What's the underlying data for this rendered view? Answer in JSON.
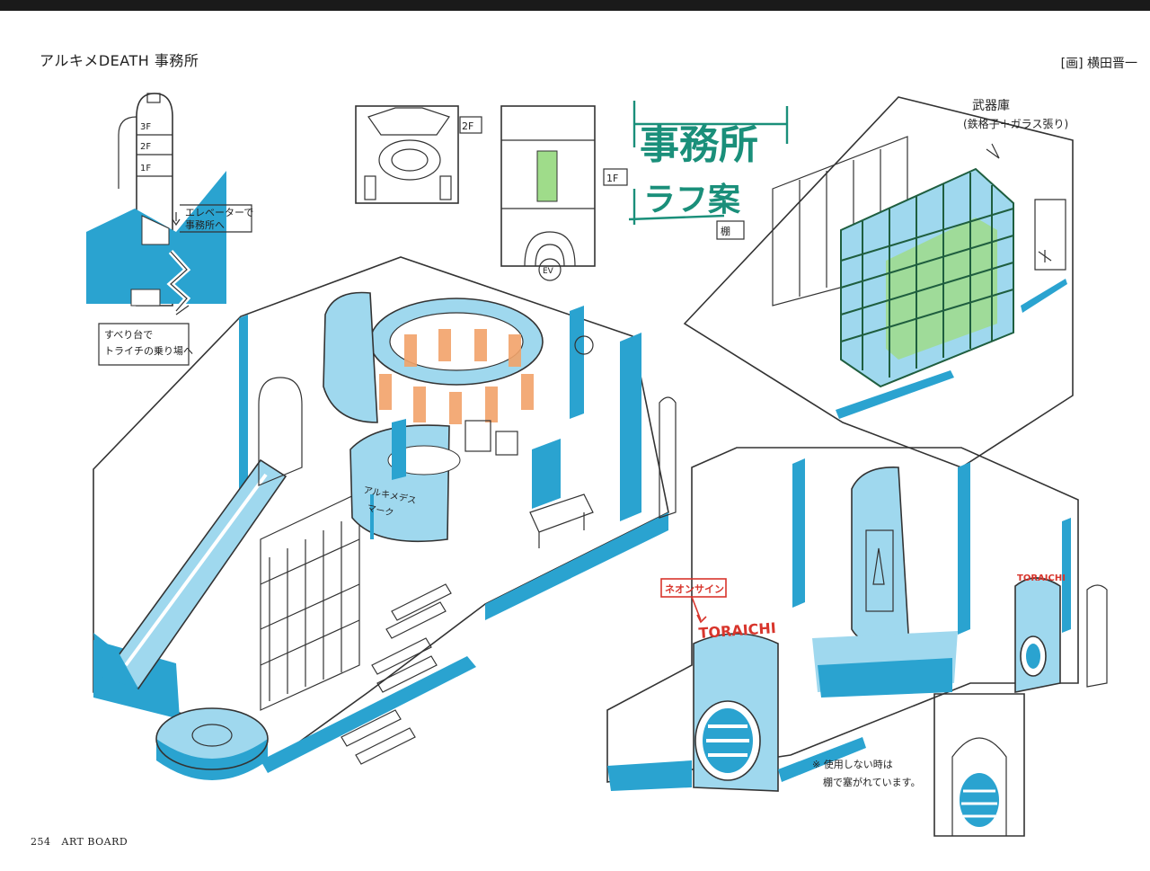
{
  "header": {
    "title": "アルキメDEATH 事務所",
    "credit": "[画] 横田晋一"
  },
  "footer": {
    "page_number": "254",
    "book_label": "ART BOARD"
  },
  "annotations": {
    "floor_labels": [
      "3F",
      "2F",
      "1F"
    ],
    "elevator_note_line1": "エレベーターで",
    "elevator_note_line2": "事務所へ",
    "slide_note_line1": "すべり台で",
    "slide_note_line2": "トライチの乗り場へ",
    "plan_2f_label": "2F",
    "plan_1f_label": "1F",
    "plan_ev_label": "EV",
    "rough_title_line1": "事務所",
    "rough_title_line2": "ラフ案",
    "armory_line1": "武器庫",
    "armory_line2": "(鉄格子＋ガラス張り)",
    "shelf_label": "棚",
    "mark_label_line1": "アルキメデス",
    "mark_label_line2": "マーク",
    "neon_label": "ネオンサイン",
    "sign_text": "TORAICHI",
    "sign_text_2": "TORAICHI",
    "note_line1": "※ 使用しない時は",
    "note_line2": "棚で塞がれています。"
  },
  "colors": {
    "cyan": "#2aa3d0",
    "light_cyan": "#9fd8ee",
    "orange": "#f2a36a",
    "green": "#9fdc8a",
    "green_ink": "#1a8f7a",
    "red_ink": "#d8352c"
  }
}
